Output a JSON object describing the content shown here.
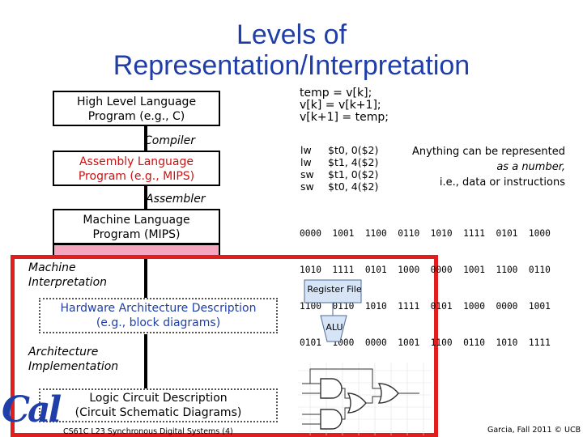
{
  "title": {
    "line1": "Levels of",
    "line2": "Representation/Interpretation"
  },
  "levels": {
    "hll": [
      "High Level Language",
      "Program (e.g., C)"
    ],
    "compiler": "Compiler",
    "asm": [
      "Assembly  Language",
      "Program (e.g., MIPS)"
    ],
    "assembler": "Assembler",
    "ml": [
      "Machine  Language",
      "Program (MIPS)"
    ],
    "machine_interp": [
      "Machine",
      "Interpretation"
    ],
    "hw": [
      "Hardware Architecture Description",
      "(e.g., block diagrams)"
    ],
    "arch_impl": [
      "Architecture",
      "Implementation"
    ],
    "logic": [
      "Logic Circuit Description",
      "(Circuit Schematic Diagrams)"
    ]
  },
  "c_code": [
    "temp = v[k];",
    "v[k] = v[k+1];",
    "v[k+1] = temp;"
  ],
  "asm_code": [
    {
      "op": "lw",
      "args": "$t0, 0($2)"
    },
    {
      "op": "lw",
      "args": "$t1, 4($2)"
    },
    {
      "op": "sw",
      "args": "$t1, 0($2)"
    },
    {
      "op": "sw",
      "args": "$t0, 4($2)"
    }
  ],
  "note": [
    "Anything can be represented",
    "as a number,",
    "i.e., data or instructions"
  ],
  "binary": [
    "0000  1001  1100  0110  1010  1111  0101  1000",
    "1010  1111  0101  1000  0000  1001  1100  0110",
    "1100  0110  1010  1111  0101  1000  0000  1001",
    "0101  1000  0000  1001  1100  0110  1010  1111"
  ],
  "diagram": {
    "register_file": "Register File",
    "alu": "ALU"
  },
  "footer": {
    "left": "CS61C L23 Synchronous Digital Systems (4)",
    "right": "Garcia, Fall 2011 © UCB",
    "logo": "Cal"
  },
  "colors": {
    "title": "#1f3ea8",
    "red_frame": "#e11d1d",
    "text_red": "#cc1111"
  }
}
